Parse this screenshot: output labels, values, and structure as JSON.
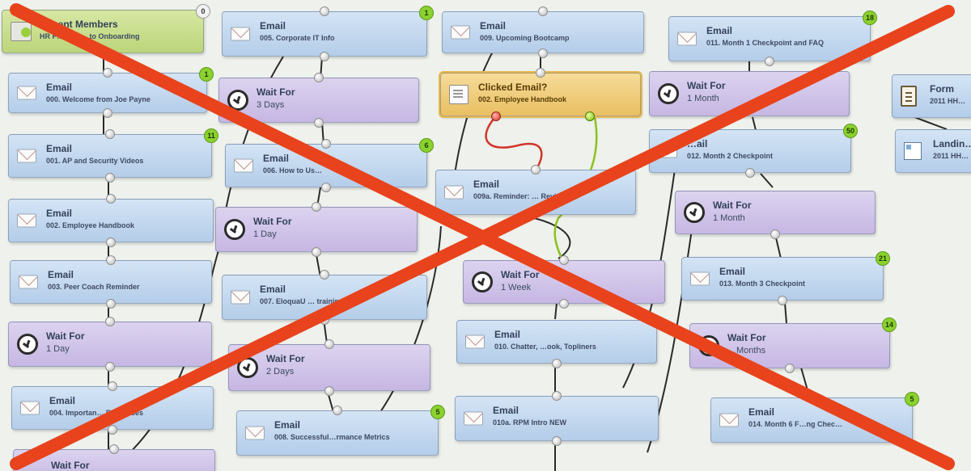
{
  "colors": {
    "email": "#c4d8ee",
    "wait": "#d0c4e8",
    "decision": "#f0cd7b",
    "segment": "#c8de8c",
    "badge": "#8bd12f",
    "no_path": "#d2362a",
    "yes_path": "#8cc21a",
    "cross": "#e8431c"
  },
  "steps": [
    {
      "id": "seg",
      "type": "segment",
      "icon": "people-icon",
      "title": "…ment Members",
      "sub": "HR F…  … E… to Onboarding",
      "badge": "0",
      "badge_style": "gray"
    },
    {
      "id": "e000",
      "type": "email",
      "icon": "envelope-icon",
      "title": "Email",
      "sub": "000. Welcome from Joe Payne",
      "badge": "1"
    },
    {
      "id": "e001",
      "type": "email",
      "icon": "envelope-icon",
      "title": "Email",
      "sub": "001. AP and Security Videos",
      "badge": "11"
    },
    {
      "id": "e002",
      "type": "email",
      "icon": "envelope-icon",
      "title": "Email",
      "sub": "002. Employee Handbook",
      "badge": ""
    },
    {
      "id": "e003",
      "type": "email",
      "icon": "envelope-icon",
      "title": "Email",
      "sub": "003. Peer Coach Reminder",
      "badge": ""
    },
    {
      "id": "w1",
      "type": "wait",
      "icon": "clock-icon",
      "title": "Wait For",
      "sub": "1 Day",
      "badge": ""
    },
    {
      "id": "e004",
      "type": "email",
      "icon": "envelope-icon",
      "title": "Email",
      "sub": "004. Importan… Resources",
      "badge": ""
    },
    {
      "id": "w1b",
      "type": "wait",
      "icon": "clock-icon",
      "title": "Wait For",
      "sub": "",
      "badge": ""
    },
    {
      "id": "e005",
      "type": "email",
      "icon": "envelope-icon",
      "title": "Email",
      "sub": "005. Corporate IT Info",
      "badge": "1"
    },
    {
      "id": "w2",
      "type": "wait",
      "icon": "clock-icon",
      "title": "Wait For",
      "sub": "3 Days",
      "badge": ""
    },
    {
      "id": "e006",
      "type": "email",
      "icon": "envelope-icon",
      "title": "Email",
      "sub": "006. How to Us…",
      "badge": "6"
    },
    {
      "id": "w3",
      "type": "wait",
      "icon": "clock-icon",
      "title": "Wait For",
      "sub": "1 Day",
      "badge": ""
    },
    {
      "id": "e007",
      "type": "email",
      "icon": "envelope-icon",
      "title": "Email",
      "sub": "007. EloquaU … training",
      "badge": ""
    },
    {
      "id": "w4",
      "type": "wait",
      "icon": "clock-icon",
      "title": "Wait For",
      "sub": "2 Days",
      "badge": ""
    },
    {
      "id": "e008",
      "type": "email",
      "icon": "envelope-icon",
      "title": "Email",
      "sub": "008. Successful…rmance Metrics",
      "badge": "5"
    },
    {
      "id": "e009",
      "type": "email",
      "icon": "envelope-icon",
      "title": "Email",
      "sub": "009. Upcoming Bootcamp",
      "badge": ""
    },
    {
      "id": "dec",
      "type": "decision",
      "icon": "doc-icon",
      "title": "Clicked Email?",
      "sub": "002. Employee Handbook",
      "badge": ""
    },
    {
      "id": "e009a",
      "type": "email",
      "icon": "envelope-icon",
      "title": "Email",
      "sub": "009a. Reminder: … Review",
      "badge": ""
    },
    {
      "id": "w5",
      "type": "wait",
      "icon": "clock-icon",
      "title": "Wait For",
      "sub": "1 Week",
      "badge": ""
    },
    {
      "id": "e010",
      "type": "email",
      "icon": "envelope-icon",
      "title": "Email",
      "sub": "010. Chatter, …ook, Topliners",
      "badge": ""
    },
    {
      "id": "e010a",
      "type": "email",
      "icon": "envelope-icon",
      "title": "Email",
      "sub": "010a. RPM Intro NEW",
      "badge": ""
    },
    {
      "id": "e011",
      "type": "email",
      "icon": "envelope-icon",
      "title": "Email",
      "sub": "011. Month 1 Checkpoint and FAQ",
      "badge": "18"
    },
    {
      "id": "w6",
      "type": "wait",
      "icon": "clock-icon",
      "title": "Wait For",
      "sub": "1 Month",
      "badge": ""
    },
    {
      "id": "e012",
      "type": "email",
      "icon": "envelope-icon",
      "title": "…ail",
      "sub": "012. Month 2 Checkpoint",
      "badge": "50"
    },
    {
      "id": "w7",
      "type": "wait",
      "icon": "clock-icon",
      "title": "Wait For",
      "sub": "1 Month",
      "badge": ""
    },
    {
      "id": "e013",
      "type": "email",
      "icon": "envelope-icon",
      "title": "Email",
      "sub": "013. Month 3 Checkpoint",
      "badge": "21"
    },
    {
      "id": "w8",
      "type": "wait",
      "icon": "clock-icon",
      "title": "Wait For",
      "sub": "…Months",
      "badge": "14"
    },
    {
      "id": "e014",
      "type": "email",
      "icon": "envelope-icon",
      "title": "Email",
      "sub": "014. Month 6 F…ng Chec…",
      "badge": "5"
    },
    {
      "id": "form",
      "type": "form",
      "icon": "clipboard-icon",
      "title": "Form",
      "sub": "2011 HH…",
      "badge": ""
    },
    {
      "id": "landing",
      "type": "form",
      "icon": "landing-page-icon",
      "title": "Landin…",
      "sub": "2011 HH…",
      "badge": ""
    }
  ]
}
